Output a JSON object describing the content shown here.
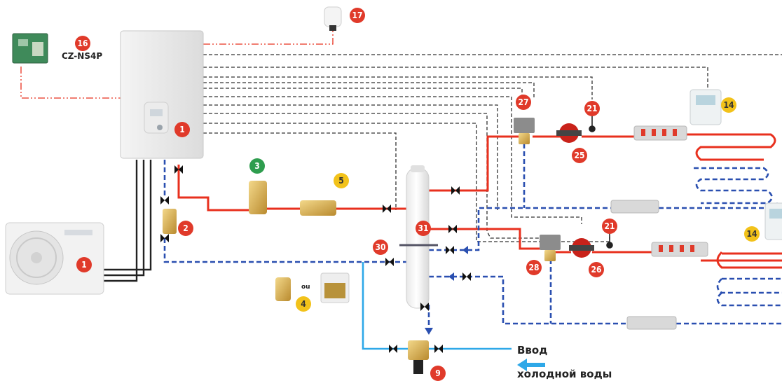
{
  "labels": {
    "model": "CZ-NS4P",
    "or": "ou",
    "inlet_line1": "Ввод",
    "inlet_line2": "холодной воды"
  },
  "colors": {
    "supply": "#e8301e",
    "return": "#2a4fb0",
    "cold_water": "#2ea8e8",
    "control": "#333333",
    "accessory": "#e8301e",
    "badge_red": "#e03a2a",
    "badge_green": "#2e9d4e",
    "badge_yellow": "#f2c21a"
  },
  "markers": [
    {
      "id": "m1a",
      "text": "1",
      "color": "red"
    },
    {
      "id": "m1b",
      "text": "1",
      "color": "red"
    },
    {
      "id": "m2",
      "text": "2",
      "color": "red"
    },
    {
      "id": "m3",
      "text": "3",
      "color": "green"
    },
    {
      "id": "m4",
      "text": "4",
      "color": "yellow"
    },
    {
      "id": "m5",
      "text": "5",
      "color": "yellow"
    },
    {
      "id": "m9",
      "text": "9",
      "color": "red"
    },
    {
      "id": "m14a",
      "text": "14",
      "color": "yellow"
    },
    {
      "id": "m14b",
      "text": "14",
      "color": "yellow"
    },
    {
      "id": "m16",
      "text": "16",
      "color": "red"
    },
    {
      "id": "m17",
      "text": "17",
      "color": "red"
    },
    {
      "id": "m21a",
      "text": "21",
      "color": "red"
    },
    {
      "id": "m21b",
      "text": "21",
      "color": "red"
    },
    {
      "id": "m25",
      "text": "25",
      "color": "red"
    },
    {
      "id": "m26",
      "text": "26",
      "color": "red"
    },
    {
      "id": "m27",
      "text": "27",
      "color": "red"
    },
    {
      "id": "m28",
      "text": "28",
      "color": "red"
    },
    {
      "id": "m30",
      "text": "30",
      "color": "red"
    },
    {
      "id": "m31",
      "text": "31",
      "color": "red"
    }
  ]
}
